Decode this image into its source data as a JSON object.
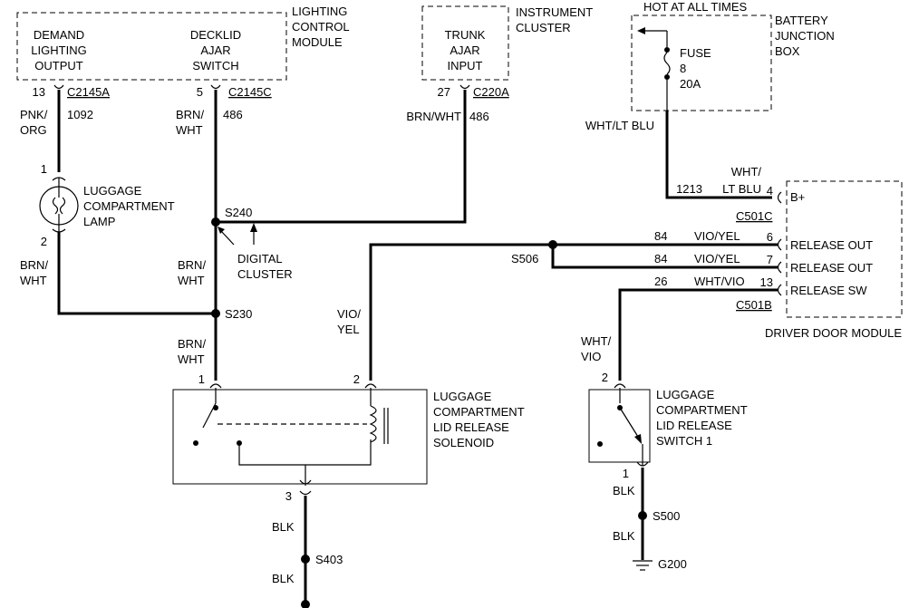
{
  "modules": {
    "lighting_control": {
      "name_lines": [
        "LIGHTING",
        "CONTROL",
        "MODULE"
      ],
      "demand_lines": [
        "DEMAND",
        "LIGHTING",
        "OUTPUT"
      ],
      "decklid_lines": [
        "DECKLID",
        "AJAR",
        "SWITCH"
      ]
    },
    "instrument_cluster": {
      "name_lines": [
        "INSTRUMENT",
        "CLUSTER"
      ],
      "trunk_lines": [
        "TRUNK",
        "AJAR",
        "INPUT"
      ]
    },
    "battery_junction": {
      "hot_label": "HOT AT ALL TIMES",
      "name_lines": [
        "BATTERY",
        "JUNCTION",
        "BOX"
      ],
      "fuse_lines": [
        "FUSE",
        "8",
        "20A"
      ]
    },
    "driver_door": {
      "name": "DRIVER DOOR MODULE",
      "pins": [
        {
          "pin": "4",
          "label": "B+"
        },
        {
          "pin": "6",
          "label": "RELEASE OUT"
        },
        {
          "pin": "7",
          "label": "RELEASE OUT"
        },
        {
          "pin": "13",
          "label": "RELEASE SW"
        }
      ],
      "connector_top": "C501C",
      "connector_bottom": "C501B"
    }
  },
  "connectors": {
    "c2145a": {
      "pin": "13",
      "id": "C2145A"
    },
    "c2145c": {
      "pin": "5",
      "id": "C2145C"
    },
    "c220a": {
      "pin": "27",
      "id": "C220A"
    }
  },
  "wires": {
    "demand": {
      "color_lines": [
        "PNK/",
        "ORG"
      ],
      "circuit": "1092"
    },
    "decklid": {
      "color_lines": [
        "BRN/",
        "WHT"
      ],
      "circuit": "486"
    },
    "trunk": {
      "color": "BRN/WHT",
      "circuit": "486"
    },
    "fuse_out": {
      "color": "WHT/LT BLU"
    },
    "bplus": {
      "color_lines": [
        "WHT/",
        "LT BLU"
      ],
      "circuit": "1213"
    },
    "release6": {
      "circuit": "84",
      "color": "VIO/YEL"
    },
    "release7": {
      "circuit": "84",
      "color": "VIO/YEL"
    },
    "release_sw": {
      "circuit": "26",
      "color": "WHT/VIO"
    },
    "lamp_return": {
      "color_lines": [
        "BRN/",
        "WHT"
      ]
    },
    "s240_s230": {
      "color_lines": [
        "BRN/",
        "WHT"
      ]
    },
    "s230_sol": {
      "color_lines": [
        "BRN/",
        "WHT"
      ]
    },
    "sol_feed": {
      "color_lines": [
        "VIO/",
        "YEL"
      ]
    },
    "switch_feed": {
      "color_lines": [
        "WHT/",
        "VIO"
      ]
    },
    "blk_1": "BLK",
    "blk_2": "BLK",
    "blk_3": "BLK",
    "blk_4": "BLK"
  },
  "splices": {
    "s240": "S240",
    "s230": "S230",
    "s506": "S506",
    "s403": "S403",
    "s500": "S500"
  },
  "ground": "G200",
  "digital_cluster_lines": [
    "DIGITAL",
    "CLUSTER"
  ],
  "lamp": {
    "name_lines": [
      "LUGGAGE",
      "COMPARTMENT",
      "LAMP"
    ],
    "pin_top": "1",
    "pin_bottom": "2"
  },
  "solenoid": {
    "name_lines": [
      "LUGGAGE",
      "COMPARTMENT",
      "LID RELEASE",
      "SOLENOID"
    ],
    "pin1": "1",
    "pin2": "2",
    "pin3": "3"
  },
  "release_switch": {
    "name_lines": [
      "LUGGAGE",
      "COMPARTMENT",
      "LID RELEASE",
      "SWITCH 1"
    ],
    "pin_top": "2",
    "pin_bottom": "1"
  }
}
